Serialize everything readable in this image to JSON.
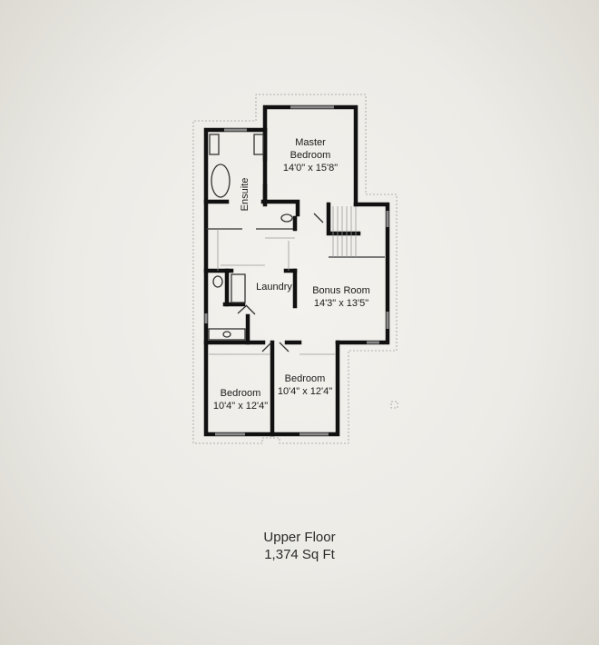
{
  "rooms": {
    "master": {
      "name_line1": "Master",
      "name_line2": "Bedroom",
      "size": "14'0\" x 15'8\""
    },
    "ensuite": {
      "name": "Ensuite"
    },
    "laundry": {
      "name": "Laundry"
    },
    "bonus": {
      "name": "Bonus Room",
      "size": "14'3\" x 13'5\""
    },
    "bedroom_left": {
      "name": "Bedroom",
      "size": "10'4\" x 12'4\""
    },
    "bedroom_right": {
      "name": "Bedroom",
      "size": "10'4\" x 12'4\""
    }
  },
  "caption": {
    "floor": "Upper Floor",
    "area": "1,374 Sq Ft"
  }
}
